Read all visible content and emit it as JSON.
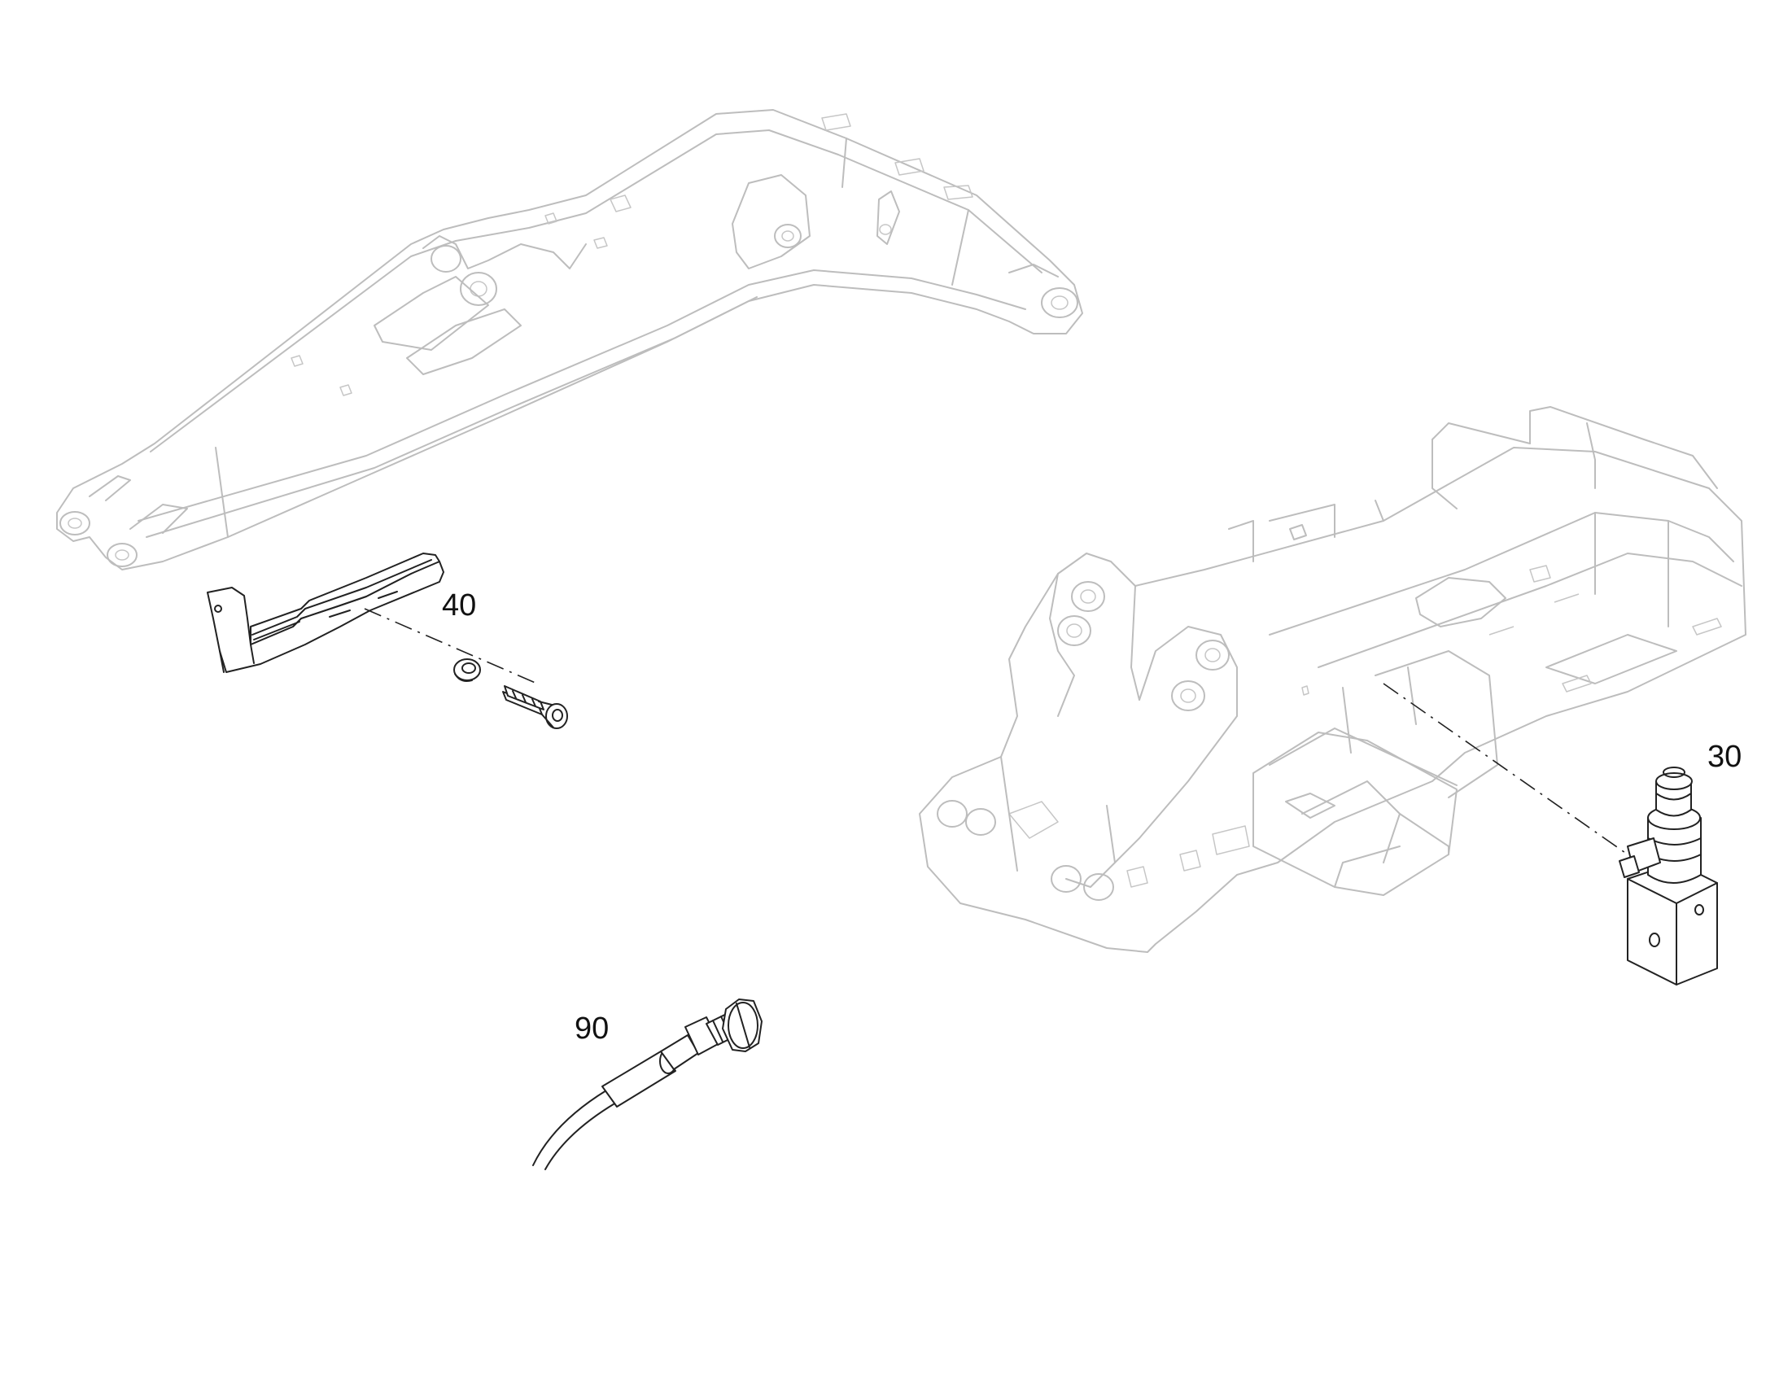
{
  "callouts": {
    "item_40": "40",
    "item_30": "30",
    "item_90": "90"
  },
  "colors": {
    "context_outline": "#bdbdbd",
    "part_outline": "#222222",
    "background": "#ffffff"
  }
}
